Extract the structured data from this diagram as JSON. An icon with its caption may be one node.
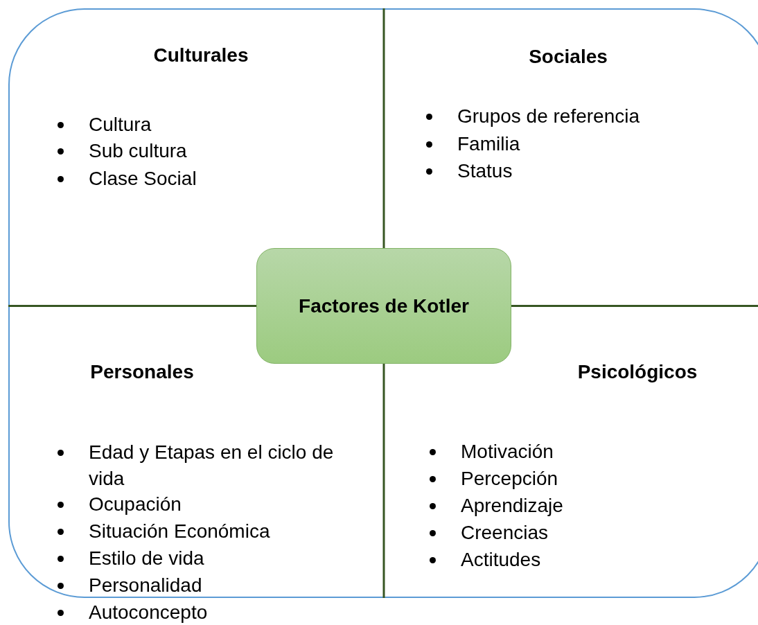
{
  "diagram": {
    "nodes": [
      {
        "text": [],
        "shape": "box"
      },
      {
        "text": [
          "Factores de Kotler"
        ],
        "in": 0
      }
    ],
    "edges": [
      {
        "from": 1,
        "to": 0,
        "arrow": "none"
      },
      {
        "from": 1,
        "to": 0,
        "arrow": "none"
      },
      {
        "from": 1,
        "to": 0,
        "arrow": "none"
      },
      {
        "from": 1,
        "to": 0,
        "arrow": "none"
      }
    ],
    "labels": [
      "Culturales",
      "Cultura",
      "Sub cultura",
      "Clase Social",
      "Sociales",
      "Grupos de referencia",
      "Familia",
      "Status",
      "Personales",
      "Edad y Etapas en el ciclo de vida",
      "Ocupación",
      "Situación Económica",
      "Estilo de vida",
      "Personalidad",
      "Autoconcepto",
      "Psicológicos",
      "Motivación",
      "Percepción",
      "Aprendizaje",
      "Creencias",
      "Actitudes"
    ]
  }
}
